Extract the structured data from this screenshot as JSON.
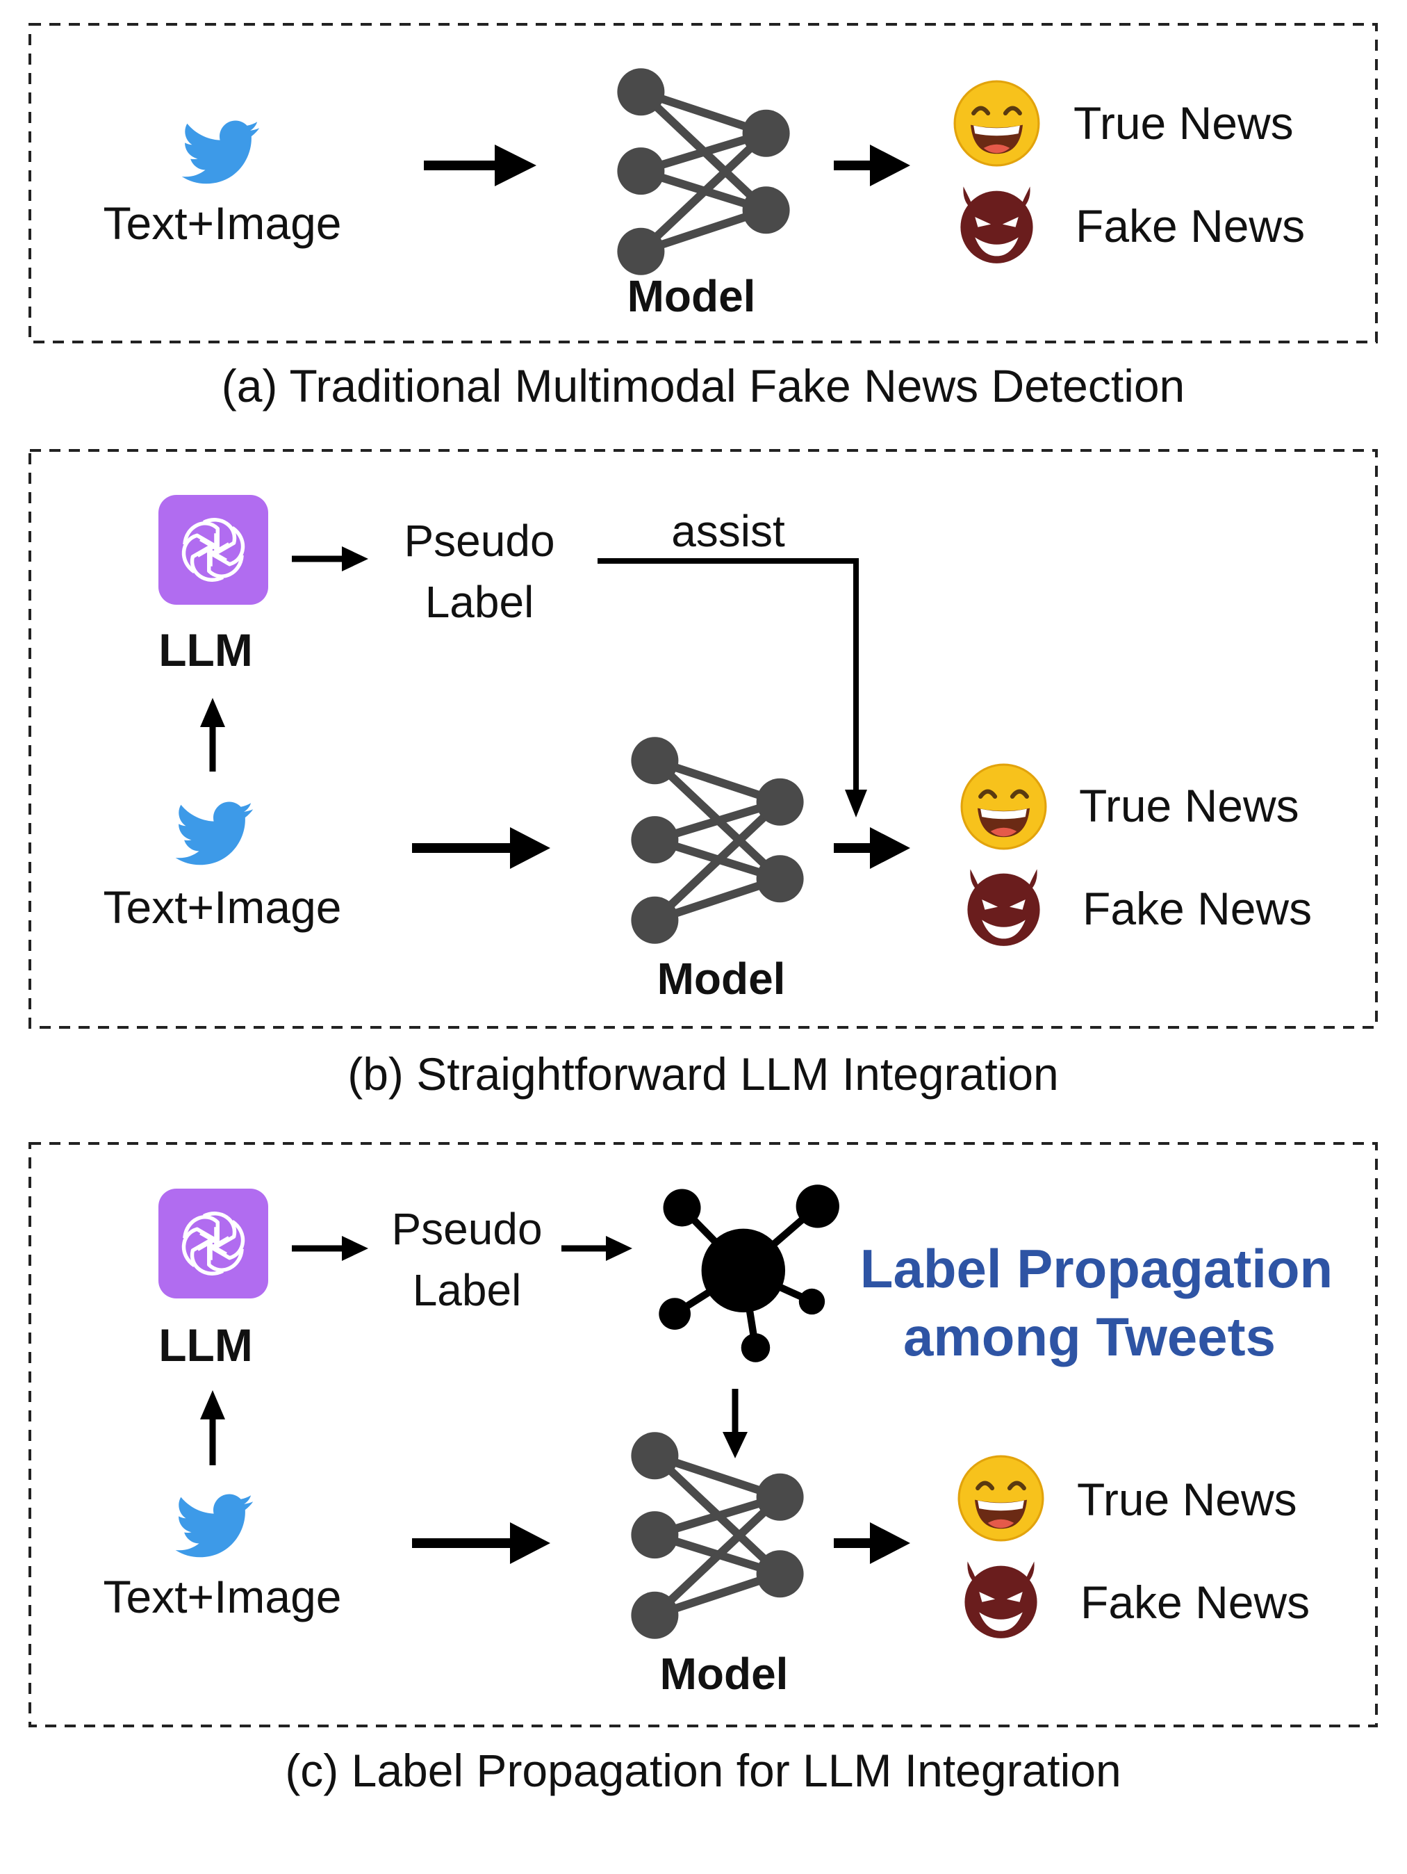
{
  "panels": {
    "a": {
      "caption": "(a) Traditional Multimodal Fake News Detection",
      "input_label": "Text+Image",
      "model_label": "Model",
      "outputs": {
        "true": "True News",
        "fake": "Fake News"
      }
    },
    "b": {
      "caption": "(b) Straightforward LLM Integration",
      "input_label": "Text+Image",
      "llm_label": "LLM",
      "pseudo_line1": "Pseudo",
      "pseudo_line2": "Label",
      "assist_label": "assist",
      "model_label": "Model",
      "outputs": {
        "true": "True News",
        "fake": "Fake News"
      }
    },
    "c": {
      "caption": "(c) Label Propagation for LLM Integration",
      "input_label": "Text+Image",
      "llm_label": "LLM",
      "pseudo_line1": "Pseudo",
      "pseudo_line2": "Label",
      "propagation_line1": "Label Propagation",
      "propagation_line2": "among Tweets",
      "model_label": "Model",
      "outputs": {
        "true": "True News",
        "fake": "Fake News"
      }
    }
  },
  "icons": {
    "input": "twitter-bird-icon",
    "model": "neural-network-icon",
    "llm": "openai-logo-icon",
    "graph": "graph-network-icon",
    "true": "smiling-face-icon",
    "fake": "devil-face-icon"
  },
  "colors": {
    "twitter_blue": "#3d9ae8",
    "llm_purple": "#b16cf0",
    "node_gray": "#4a4a4a",
    "propagation_text": "#2e54a4",
    "smile_yellow": "#f7c21c",
    "devil_red": "#6a1d1d",
    "arrow": "#000000"
  }
}
